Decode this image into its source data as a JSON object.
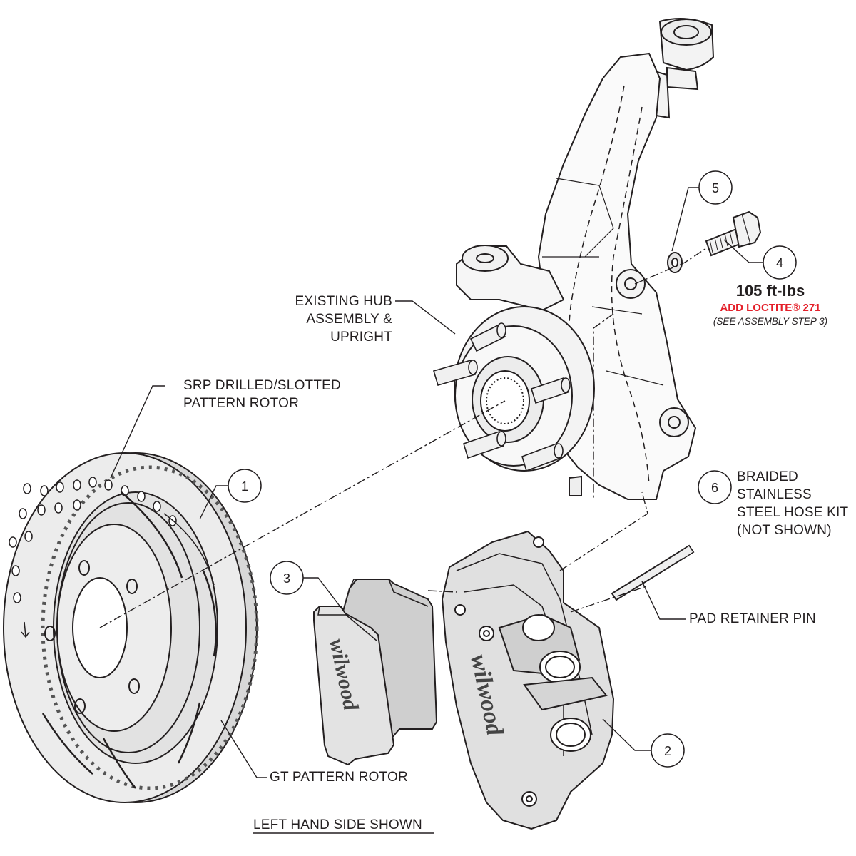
{
  "labels": {
    "hub": [
      "EXISTING HUB",
      "ASSEMBLY &",
      "UPRIGHT"
    ],
    "srp_rotor": [
      "SRP DRILLED/SLOTTED",
      "PATTERN ROTOR"
    ],
    "hose_kit": [
      "BRAIDED",
      "STAINLESS",
      "STEEL HOSE KIT",
      "(NOT SHOWN)"
    ],
    "pad_pin": "PAD RETAINER PIN",
    "gt_rotor": "GT PATTERN ROTOR",
    "side_shown": "LEFT HAND SIDE SHOWN"
  },
  "torque": {
    "value": "105 ft-lbs",
    "loctite": "ADD LOCTITE® 271",
    "note": "(SEE ASSEMBLY STEP 3)"
  },
  "callouts": [
    "1",
    "2",
    "3",
    "4",
    "5",
    "6"
  ],
  "brand": "wilwood",
  "colors": {
    "line": "#231f20",
    "part_fill": "#e6e6e6",
    "pad_fill": "#cfcfcf",
    "red": "#e4202a"
  }
}
